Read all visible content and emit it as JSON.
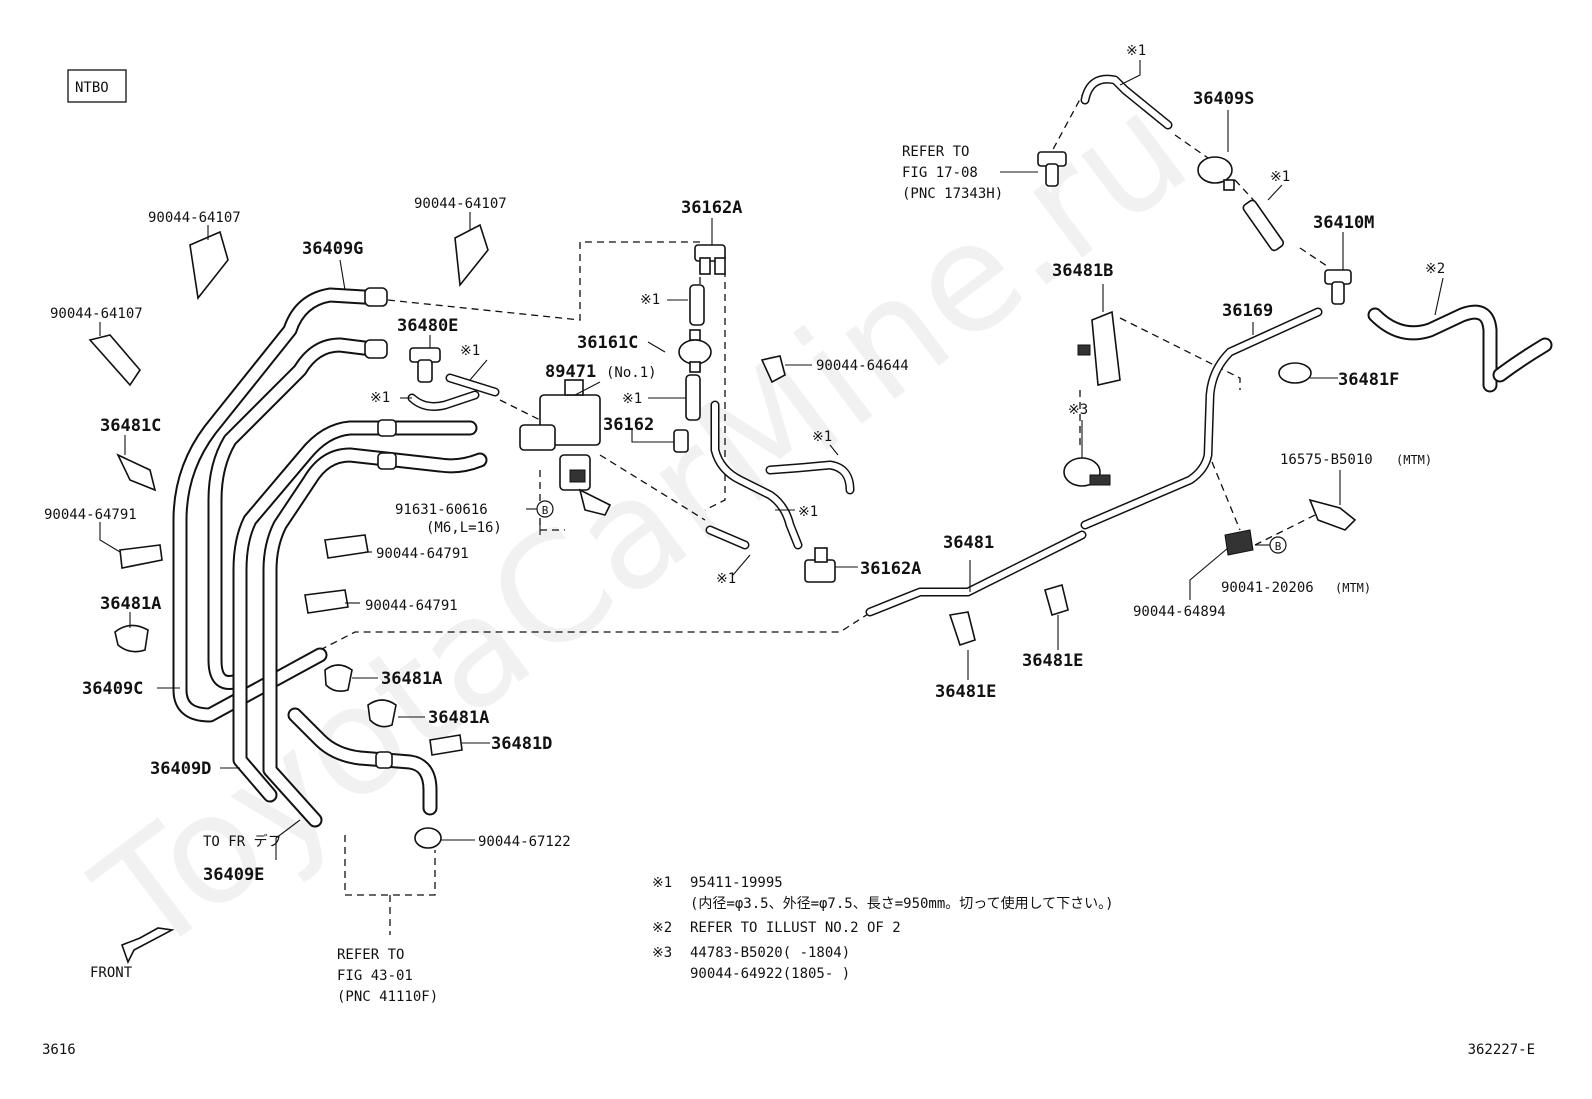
{
  "code_box": "NTBO",
  "watermark": "ToyotaCarMine.ru",
  "footer": {
    "left": "3616",
    "right": "362227-E"
  },
  "labels": {
    "l_90044_64107_a": "90044-64107",
    "l_90044_64107_b": "90044-64107",
    "l_90044_64107_c": "90044-64107",
    "l_36409G": "36409G",
    "l_36480E": "36480E",
    "l_x1_a": "※1",
    "l_x1_b": "※1",
    "l_36481C": "36481C",
    "l_90044_64791_a": "90044-64791",
    "l_36481A_a": "36481A",
    "l_36409C": "36409C",
    "l_36409D": "36409D",
    "l_to_fr": "TO FR デフ",
    "l_36409E": "36409E",
    "l_36162A_top": "36162A",
    "l_x1_c": "※1",
    "l_36161C": "36161C",
    "l_89471": "89471",
    "l_89471_sub": "(No.1)",
    "l_x1_d": "※1",
    "l_36162": "36162",
    "l_91631": "91631-60616",
    "l_91631_sub": "(M6,L=16)",
    "l_b_circle_a": "B",
    "l_90044_64791_b": "90044-64791",
    "l_90044_64791_c": "90044-64791",
    "l_36481A_b": "36481A",
    "l_36481A_c": "36481A",
    "l_36481D": "36481D",
    "l_90044_67122": "90044-67122",
    "l_90044_64644": "90044-64644",
    "l_x1_e": "※1",
    "l_x1_f": "※1",
    "l_x1_g": "※1",
    "l_36162A_bot": "36162A",
    "l_36481": "36481",
    "l_36481E_a": "36481E",
    "l_36481E_b": "36481E",
    "l_36481B": "36481B",
    "l_x3": "※3",
    "l_36169": "36169",
    "l_36481F": "36481F",
    "l_x1_h": "※1",
    "l_36409S": "36409S",
    "l_x1_i": "※1",
    "l_36410M": "36410M",
    "l_x2": "※2",
    "l_refer_a1": "REFER TO",
    "l_refer_a2": "FIG 17-08",
    "l_refer_a3": "(PNC 17343H)",
    "l_16575": "16575-B5010",
    "l_16575_sub": "(MTM)",
    "l_b_circle_b": "B",
    "l_90041": "90041-20206",
    "l_90041_sub": "(MTM)",
    "l_90044_64894": "90044-64894",
    "l_refer_b1": "REFER TO",
    "l_refer_b2": "FIG 43-01",
    "l_refer_b3": "(PNC 41110F)",
    "l_front": "FRONT"
  },
  "notes": [
    {
      "mark": "※1",
      "line1": "95411-19995",
      "line2": "(内径=φ3.5、外径=φ7.5、長さ=950mm。切って使用して下さい。)"
    },
    {
      "mark": "※2",
      "line1": "REFER TO ILLUST NO.2 OF 2"
    },
    {
      "mark": "※3",
      "line1": "44783-B5020(      -1804)",
      "line2": "90044-64922(1805-      )"
    }
  ]
}
